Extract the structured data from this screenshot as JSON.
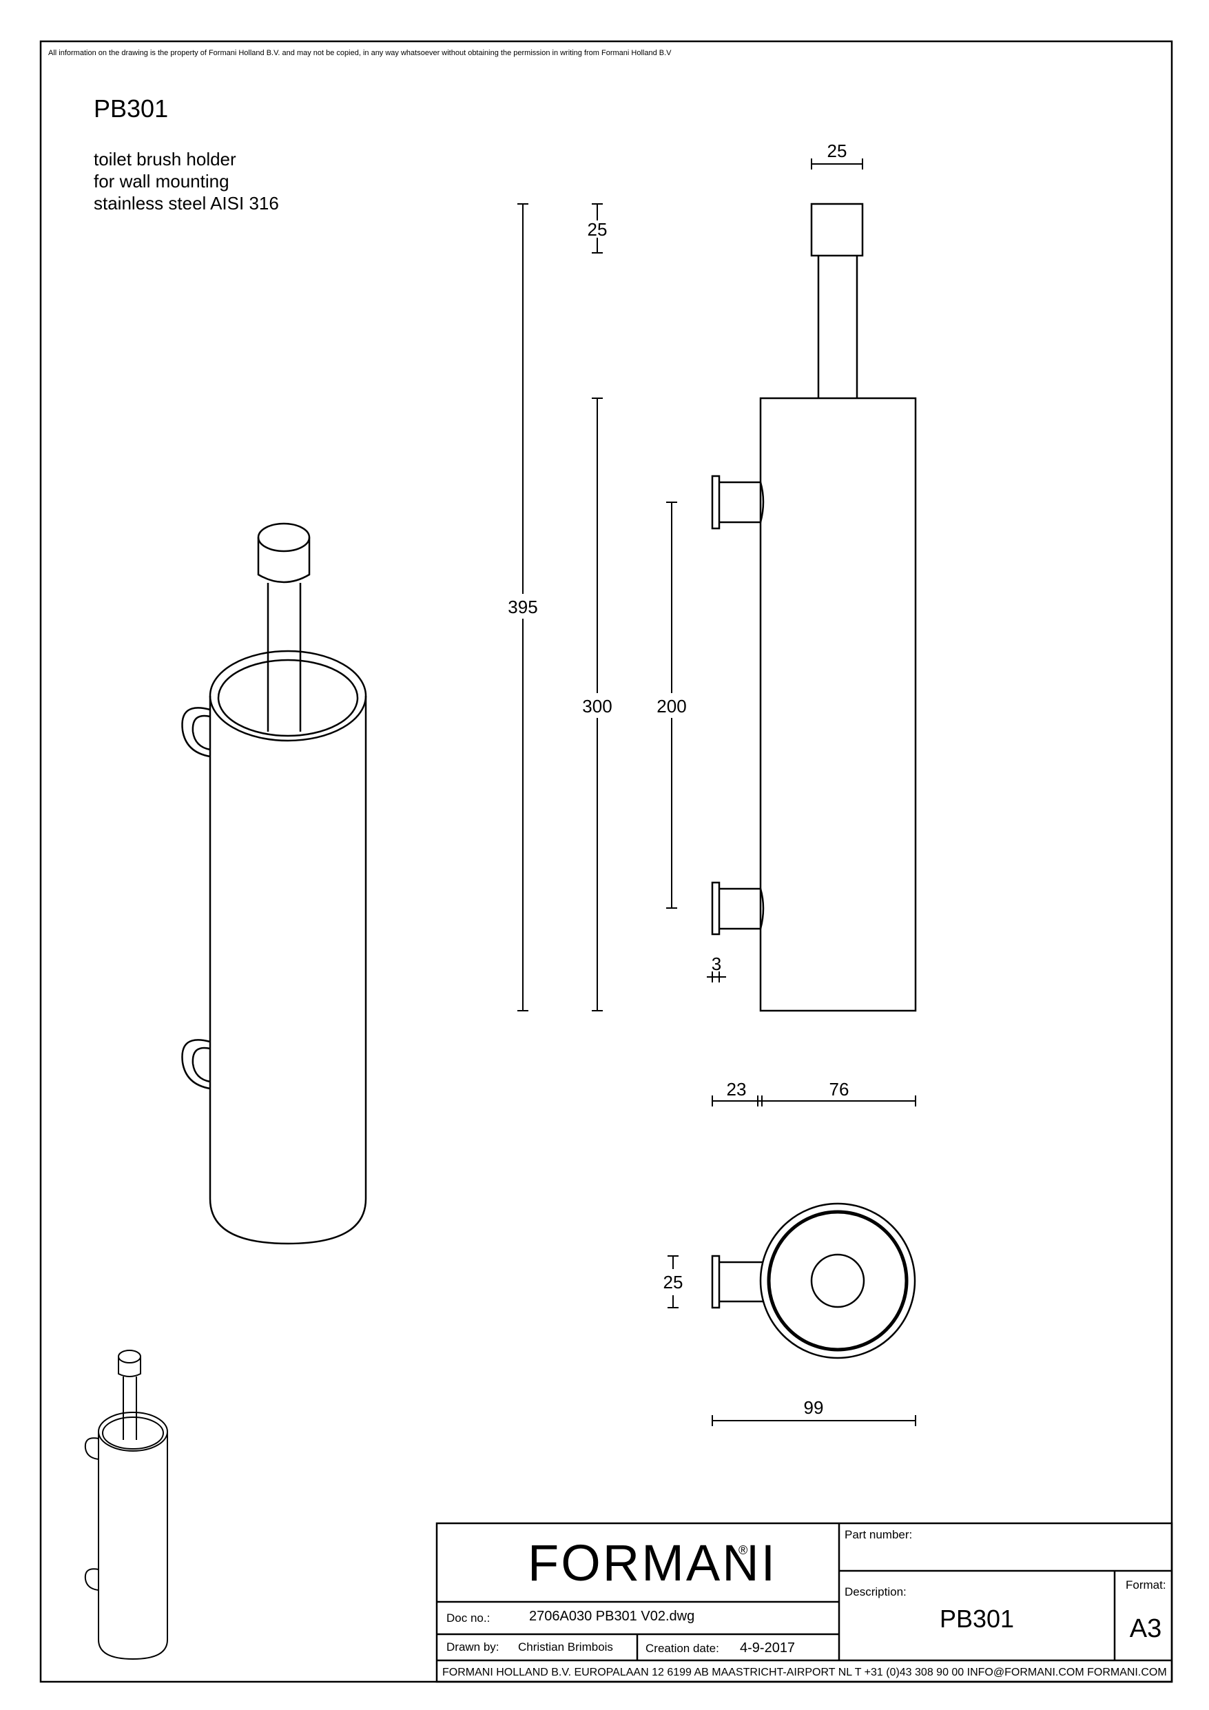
{
  "disclaimer": "All information on the drawing is the property of Formani Holland B.V. and may not be copied, in any way whatsoever without obtaining the permission in writing from Formani Holland B.V",
  "product": {
    "code": "PB301",
    "line1": "toilet brush holder",
    "line2": "for wall mounting",
    "line3": "stainless steel AISI 316"
  },
  "dimensions": {
    "total_height": "395",
    "knob_height": "25",
    "knob_width": "25",
    "body_height": "300",
    "bracket_spacing": "200",
    "bracket_thickness": "3",
    "bracket_offset": "23",
    "body_diameter": "76",
    "bracket_width": "25",
    "overall_depth": "99"
  },
  "title_block": {
    "brand": "FORMANI",
    "registered": "®",
    "part_number_label": "Part number:",
    "part_number_value": "",
    "description_label": "Description:",
    "description_value": "PB301",
    "format_label": "Format:",
    "format_value": "A3",
    "doc_no_label": "Doc no.:",
    "doc_no_value": "2706A030 PB301 V02.dwg",
    "drawn_by_label": "Drawn by:",
    "drawn_by_value": "Christian Brimbois",
    "creation_date_label": "Creation date:",
    "creation_date_value": "4-9-2017",
    "footer": "FORMANI HOLLAND B.V.  EUROPALAAN 12  6199 AB MAASTRICHT-AIRPORT NL  T +31 (0)43 308 90 00 INFO@FORMANI.COM FORMANI.COM"
  }
}
